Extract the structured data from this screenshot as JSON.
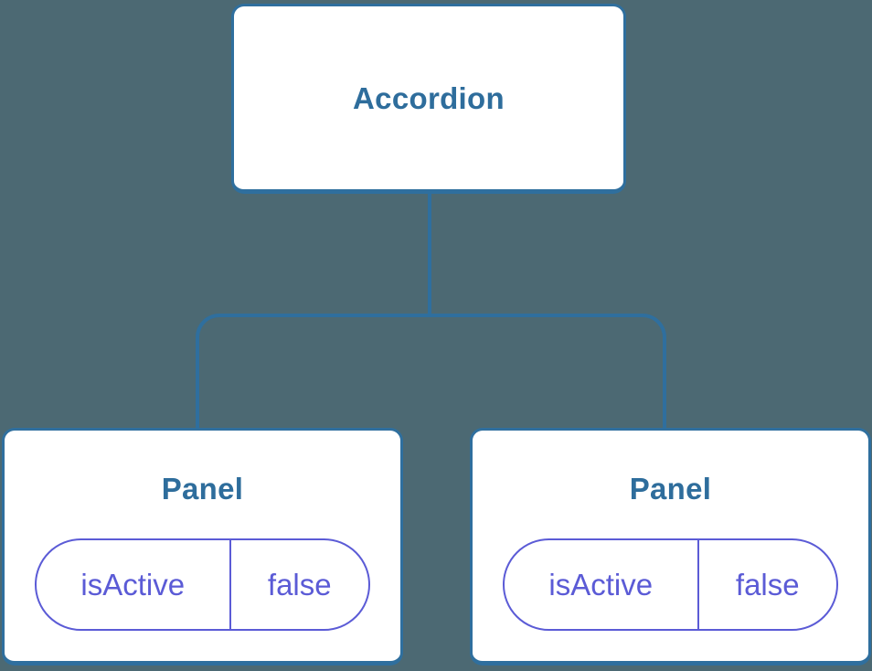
{
  "diagram": {
    "colors": {
      "background": "#4c6973",
      "connector": "#2f6f9e",
      "node_fill": "#ffffff",
      "node_title": "#2e6d9c",
      "state": "#5b5bd6"
    },
    "root": {
      "label": "Accordion"
    },
    "children": [
      {
        "label": "Panel",
        "state": {
          "key": "isActive",
          "value": "false"
        }
      },
      {
        "label": "Panel",
        "state": {
          "key": "isActive",
          "value": "false"
        }
      }
    ]
  }
}
